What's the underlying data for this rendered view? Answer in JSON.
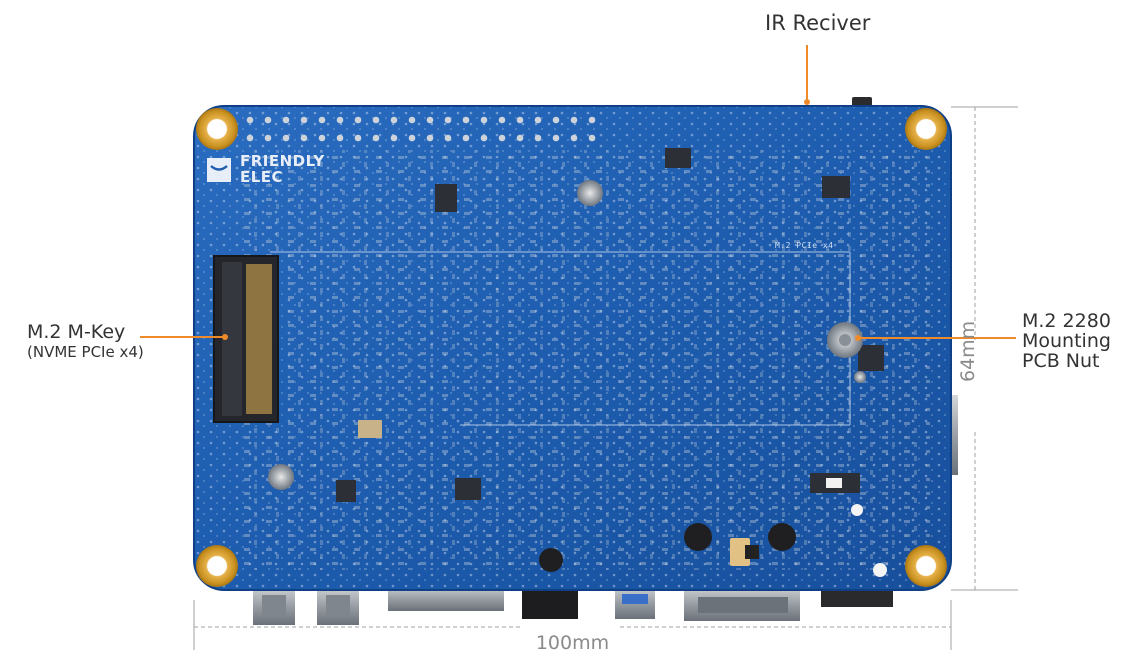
{
  "labels": {
    "ir_receiver": "IR Reciver",
    "m2_key_line1": "M.2 M-Key",
    "m2_key_line2": "(NVME PCIe x4)",
    "nut_line1": "M.2 2280",
    "nut_line2": "Mounting",
    "nut_line3": "PCB Nut",
    "width": "100mm",
    "height": "64mm"
  },
  "board": {
    "brand_line1": "FRIENDLY",
    "brand_line2": "ELEC",
    "silk_pcie": "M.2 PCIe x4"
  },
  "colors": {
    "board_blue": "#1e5fb4",
    "callout_orange": "#ef8a2a",
    "gold_pad": "#d9a23a",
    "dimension_grey": "#9a9a9a"
  }
}
